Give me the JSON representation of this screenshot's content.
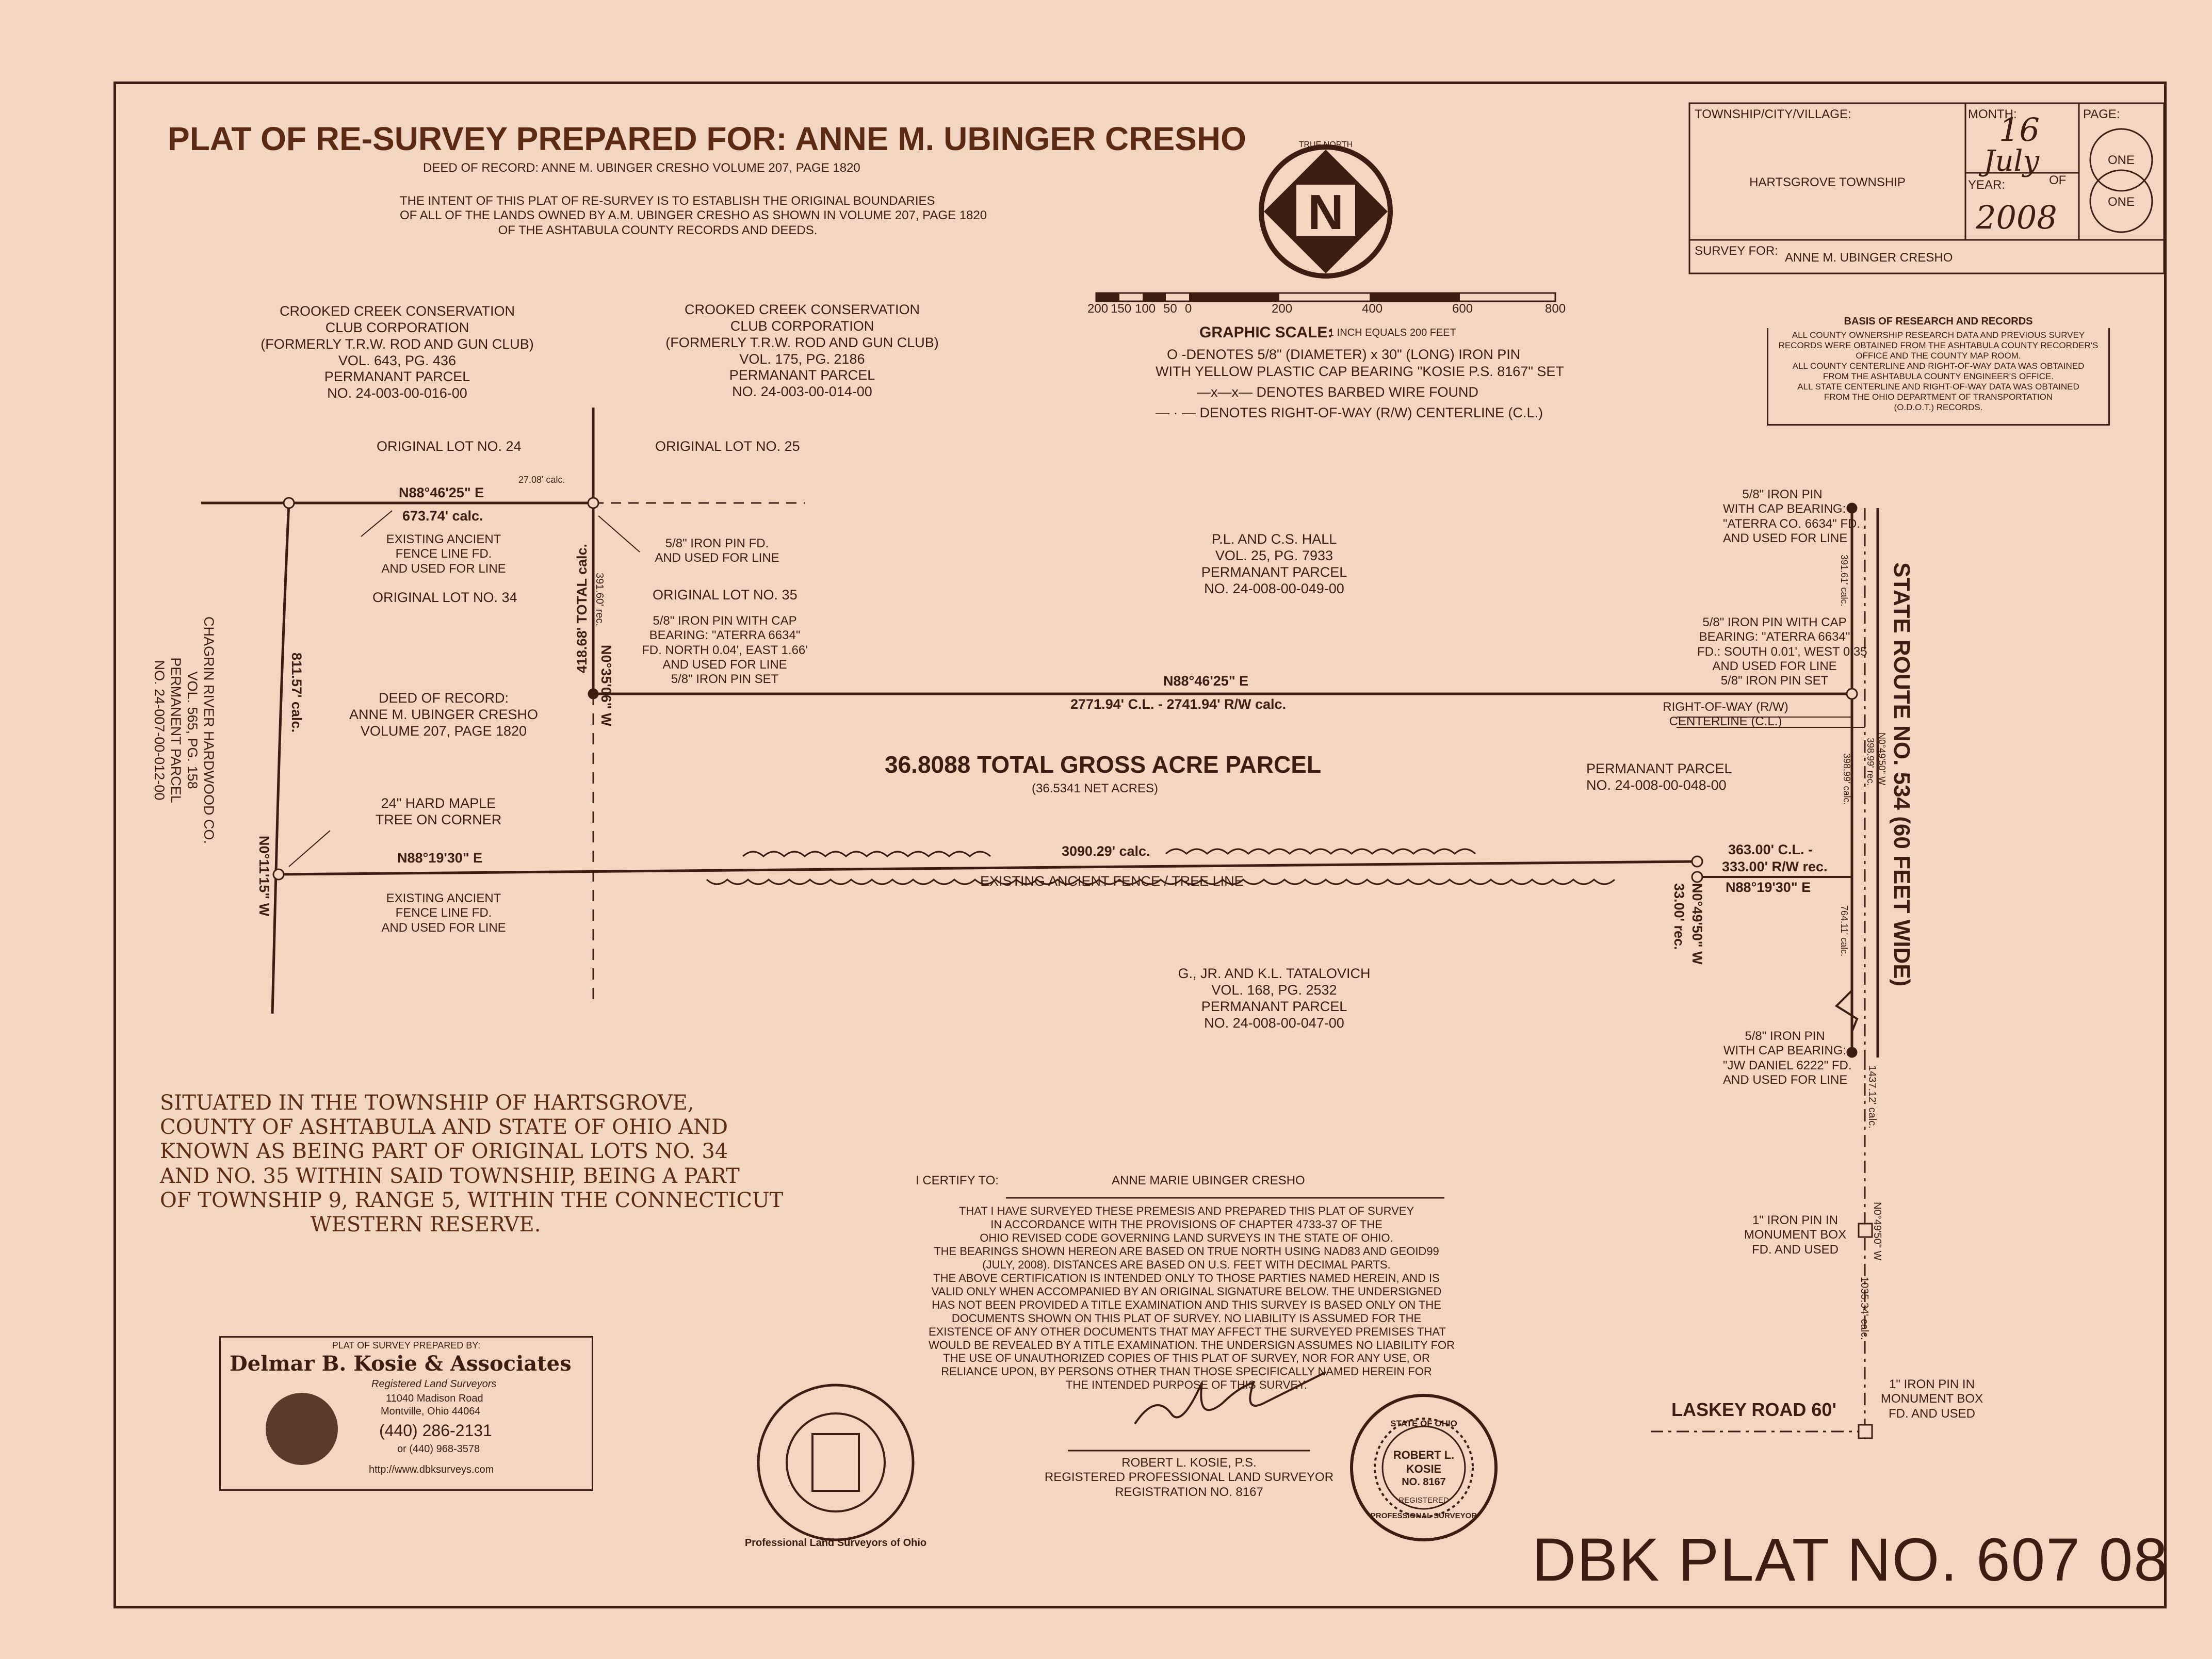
{
  "title": "PLAT OF RE-SURVEY PREPARED FOR:  ANNE M. UBINGER CRESHO",
  "deed_line": "DEED OF RECORD:  ANNE M. UBINGER CRESHO  VOLUME 207, PAGE 1820",
  "intent": [
    "THE INTENT OF THIS PLAT OF RE-SURVEY IS TO ESTABLISH THE ORIGINAL BOUNDARIES",
    "OF ALL OF THE LANDS OWNED BY A.M. UBINGER CRESHO AS SHOWN IN VOLUME 207, PAGE 1820",
    "OF THE ASHTABULA COUNTY RECORDS AND DEEDS."
  ],
  "north": {
    "label": "TRUE NORTH",
    "letter": "N"
  },
  "scale": {
    "ticks": [
      "200",
      "150",
      "100",
      "50",
      "0",
      "200",
      "400",
      "600",
      "800"
    ],
    "caption": "GRAPHIC SCALE:",
    "note": "1 INCH EQUALS 200 FEET"
  },
  "legend": [
    "O -DENOTES 5/8\" (DIAMETER) x 30\" (LONG) IRON PIN",
    "WITH YELLOW PLASTIC CAP BEARING \"KOSIE P.S. 8167\" SET",
    "—x—x— DENOTES BARBED WIRE FOUND",
    "— · — DENOTES RIGHT-OF-WAY (R/W) CENTERLINE (C.L.)"
  ],
  "titleblock": {
    "township_label": "TOWNSHIP/CITY/VILLAGE:",
    "township": "HARTSGROVE TOWNSHIP",
    "month_label": "MONTH:",
    "month": "July",
    "day": "16",
    "year_label": "YEAR:",
    "year": "2008",
    "page_label": "PAGE:",
    "page_one": "ONE",
    "page_of": "OF",
    "page_total": "ONE",
    "survey_for_label": "SURVEY FOR:",
    "survey_for": "ANNE M. UBINGER CRESHO"
  },
  "basis": {
    "title": "BASIS OF RESEARCH AND RECORDS",
    "lines": [
      "ALL COUNTY OWNERSHIP RESEARCH DATA AND PREVIOUS SURVEY",
      "RECORDS WERE OBTAINED FROM THE ASHTABULA COUNTY RECORDER'S",
      "OFFICE AND THE COUNTY MAP ROOM.",
      "ALL COUNTY CENTERLINE AND RIGHT-OF-WAY DATA WAS OBTAINED",
      "FROM THE ASHTABULA COUNTY ENGINEER'S OFFICE.",
      "ALL STATE CENTERLINE AND RIGHT-OF-WAY DATA WAS OBTAINED",
      "FROM THE OHIO DEPARTMENT OF TRANSPORTATION",
      "(O.D.O.T.) RECORDS."
    ]
  },
  "parcels": {
    "crooked1": [
      "CROOKED CREEK CONSERVATION",
      "CLUB CORPORATION",
      "(FORMERLY T.R.W. ROD AND GUN CLUB)",
      "VOL. 643, PG. 436",
      "PERMANANT PARCEL",
      "NO. 24-003-00-016-00"
    ],
    "crooked2": [
      "CROOKED CREEK CONSERVATION",
      "CLUB CORPORATION",
      "(FORMERLY T.R.W. ROD AND GUN CLUB)",
      "VOL. 175, PG. 2186",
      "PERMANANT PARCEL",
      "NO. 24-003-00-014-00"
    ],
    "hall": [
      "P.L. AND C.S. HALL",
      "VOL. 25, PG. 7933",
      "PERMANANT PARCEL",
      "NO. 24-008-00-049-00"
    ],
    "deed": [
      "DEED OF RECORD:",
      "ANNE M. UBINGER CRESHO",
      "VOLUME 207, PAGE 1820"
    ],
    "tatalovich": [
      "G., JR. AND K.L. TATALOVICH",
      "VOL. 168, PG. 2532",
      "PERMANANT PARCEL",
      "NO. 24-008-00-047-00"
    ],
    "permanant": [
      "PERMANANT PARCEL",
      "NO. 24-008-00-048-00"
    ],
    "chagrin": [
      "CHAGRIN RIVER HARDWOOD CO.",
      "VOL. 565, PG. 158",
      "PERMANENT PARCEL",
      "NO. 24-007-00-012-00"
    ]
  },
  "lots": {
    "lot24": "ORIGINAL LOT NO. 24",
    "lot25": "ORIGINAL LOT NO. 25",
    "lot34": "ORIGINAL LOT NO. 34",
    "lot35": "ORIGINAL LOT NO. 35"
  },
  "main_parcel": {
    "title": "36.8088 TOTAL GROSS ACRE PARCEL",
    "net": "(36.5341 NET ACRES)"
  },
  "bearings": {
    "north_left": "N88°46'25\" E",
    "north_left_dist": "673.74' calc.",
    "calc_2708": "27.08' calc.",
    "mid_bearing": "N88°46'25\" E",
    "mid_dist": "2771.94' C.L. - 2741.94' R/W calc.",
    "south_bearing": "N88°19'30\" E",
    "south_dist": "3090.29' calc.",
    "south_right_bearing": "N88°19'30\" E",
    "south_right_cl": "363.00' C.L. -",
    "south_right_rw": "333.00' R/W rec.",
    "west_line": "811.57' calc.",
    "west_bearing": "N0°11'15\" W",
    "inner_bearing": "N0°35'06\" W",
    "inner_total": "418.68' TOTAL calc.",
    "inner_rec": "391.60' rec.",
    "east_offset_bearing": "N0°49'50\" W",
    "east_offset_dist": "33.00' rec."
  },
  "notes": {
    "fence_north": [
      "EXISTING ANCIENT",
      "FENCE LINE FD.",
      "AND USED FOR LINE"
    ],
    "pin_fd": [
      "5/8\" IRON PIN FD.",
      "AND USED FOR LINE"
    ],
    "pin_cap_left": [
      "5/8\" IRON PIN WITH CAP",
      "BEARING: \"ATERRA 6634\"",
      "FD. NORTH 0.04', EAST 1.66'",
      "AND USED FOR LINE",
      "5/8\" IRON PIN SET"
    ],
    "maple": [
      "24\" HARD MAPLE",
      "TREE ON CORNER"
    ],
    "fence_south": [
      "EXISTING ANCIENT",
      "FENCE LINE FD.",
      "AND USED FOR LINE"
    ],
    "fence_tree": "EXISTING ANCIENT FENCE / TREE LINE",
    "pin_ne": [
      "5/8\" IRON PIN",
      "WITH CAP BEARING:",
      "\"ATERRA CO. 6634\" FD.",
      "AND USED FOR LINE"
    ],
    "pin_e_mid": [
      "5/8\" IRON PIN WITH CAP",
      "BEARING: \"ATERRA 6634\"",
      "FD.: SOUTH 0.01', WEST 0.35",
      "AND USED FOR LINE",
      "5/8\" IRON PIN SET"
    ],
    "row": [
      "RIGHT-OF-WAY (R/W)",
      "CENTERLINE (C.L.)"
    ],
    "pin_daniel": [
      "5/8\" IRON PIN",
      "WITH CAP BEARING:",
      "\"JW DANIEL 6222\" FD.",
      "AND USED FOR LINE"
    ],
    "monument1": [
      "1\" IRON PIN IN",
      "MONUMENT BOX",
      "FD. AND USED"
    ],
    "monument2": [
      "1\" IRON PIN IN",
      "MONUMENT BOX",
      "FD. AND USED"
    ]
  },
  "road_dims": {
    "d1": "391.61' calc.",
    "d2": "398.99' calc.",
    "d3": "764.11' calc.",
    "d4": "1437.12' calc.",
    "d5": "1035.34' calc.",
    "d6": "N0°49'50\" W",
    "d7": "N0°49'50\" W",
    "d8": "398.99' rec."
  },
  "road": {
    "state_route": "STATE ROUTE NO. 534  (60 FEET WIDE)",
    "laskey": "LASKEY ROAD  60'"
  },
  "situated": [
    "SITUATED IN THE TOWNSHIP OF HARTSGROVE,",
    "COUNTY OF ASHTABULA AND STATE OF OHIO AND",
    "KNOWN AS BEING PART OF ORIGINAL LOTS NO. 34",
    "AND NO. 35 WITHIN SAID TOWNSHIP, BEING A PART",
    "OF TOWNSHIP 9, RANGE 5, WITHIN THE CONNECTICUT",
    "WESTERN RESERVE."
  ],
  "certify": {
    "label": "I CERTIFY TO:",
    "name": "ANNE MARIE UBINGER CRESHO",
    "lines": [
      "THAT I HAVE SURVEYED THESE PREMESIS AND PREPARED THIS PLAT OF SURVEY",
      "IN ACCORDANCE WITH THE PROVISIONS OF CHAPTER 4733-37 OF THE",
      "OHIO REVISED CODE GOVERNING LAND SURVEYS IN THE STATE OF OHIO.",
      "THE BEARINGS SHOWN HEREON ARE BASED ON TRUE NORTH USING NAD83 AND GEOID99",
      "(JULY, 2008).  DISTANCES ARE BASED ON U.S. FEET WITH DECIMAL PARTS.",
      "THE ABOVE CERTIFICATION IS INTENDED ONLY TO THOSE PARTIES NAMED HEREIN, AND IS",
      "VALID ONLY WHEN ACCOMPANIED BY AN ORIGINAL SIGNATURE BELOW.  THE UNDERSIGNED",
      "HAS NOT BEEN PROVIDED A TITLE EXAMINATION AND THIS SURVEY IS BASED ONLY ON THE",
      "DOCUMENTS SHOWN ON THIS PLAT OF SURVEY.  NO LIABILITY IS ASSUMED FOR THE",
      "EXISTENCE OF ANY OTHER DOCUMENTS THAT MAY AFFECT THE SURVEYED PREMISES THAT",
      "WOULD BE REVEALED BY A TITLE EXAMINATION.  THE UNDERSIGN ASSUMES NO LIABILITY FOR",
      "THE USE OF UNAUTHORIZED COPIES OF THIS PLAT OF SURVEY, NOR FOR ANY USE, OR",
      "RELIANCE UPON, BY PERSONS OTHER THAN THOSE SPECIFICALLY NAMED HEREIN FOR",
      "THE INTENDED PURPOSE OF THIS SURVEY."
    ],
    "signer": [
      "ROBERT L. KOSIE, P.S.",
      "REGISTERED PROFESSIONAL LAND SURVEYOR",
      "REGISTRATION NO. 8167"
    ]
  },
  "seal": {
    "top": "STATE OF OHIO",
    "name1": "ROBERT L.",
    "name2": "KOSIE",
    "num": "NO. 8167",
    "reg": "REGISTERED",
    "bottom": "PROFESSIONAL SURVEYOR"
  },
  "society_seal": "Professional Land Surveyors of Ohio",
  "firm": {
    "prepared_by": "PLAT OF SURVEY PREPARED BY:",
    "name": "Delmar B. Kosie & Associates",
    "sub": "Registered Land Surveyors",
    "addr1": "11040 Madison Road",
    "addr2": "Montville, Ohio  44064",
    "phone": "(440) 286-2131",
    "phone2": "or (440) 968-3578",
    "web": "http://www.dbksurveys.com"
  },
  "plat_number": "DBK PLAT NO. 607  08"
}
